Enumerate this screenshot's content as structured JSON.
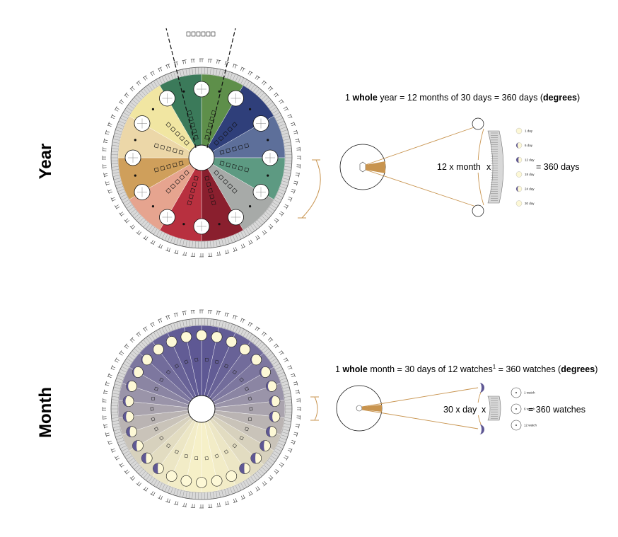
{
  "sections": {
    "year_label": "Year",
    "month_label": "Month"
  },
  "year": {
    "equation_pre": "1 ",
    "equation_bold": "whole",
    "equation_mid": " year = 12 months of 30 days = 360 days (",
    "equation_bold2": "degrees",
    "equation_post": ")",
    "left_label": "12 x month",
    "x_label": "x",
    "result": "= 360 days",
    "phase_labels": [
      "1 day",
      "6 day",
      "12 day",
      "18 day",
      "24 day",
      "30 day"
    ],
    "sector_colors": [
      "#5e8f4a",
      "#2f3f7a",
      "#5d6f9a",
      "#5d9a82",
      "#a7aaa8",
      "#8a1f2e",
      "#b8303f",
      "#e6a48f",
      "#cf9f5b",
      "#ecd7a8",
      "#f1e6a2",
      "#3b7a5a"
    ]
  },
  "month": {
    "equation_pre": "1 ",
    "equation_bold": "whole",
    "equation_mid": " month = 30 days of 12 watches",
    "equation_sup": "1",
    "equation_mid2": " = 360 watches (",
    "equation_bold2": "degrees",
    "equation_post": ")",
    "left_label": "30 x day",
    "x_label": "x",
    "result": "= 360 watches",
    "watch_labels": [
      "1 watch",
      "6 watch",
      "12 watch"
    ]
  }
}
